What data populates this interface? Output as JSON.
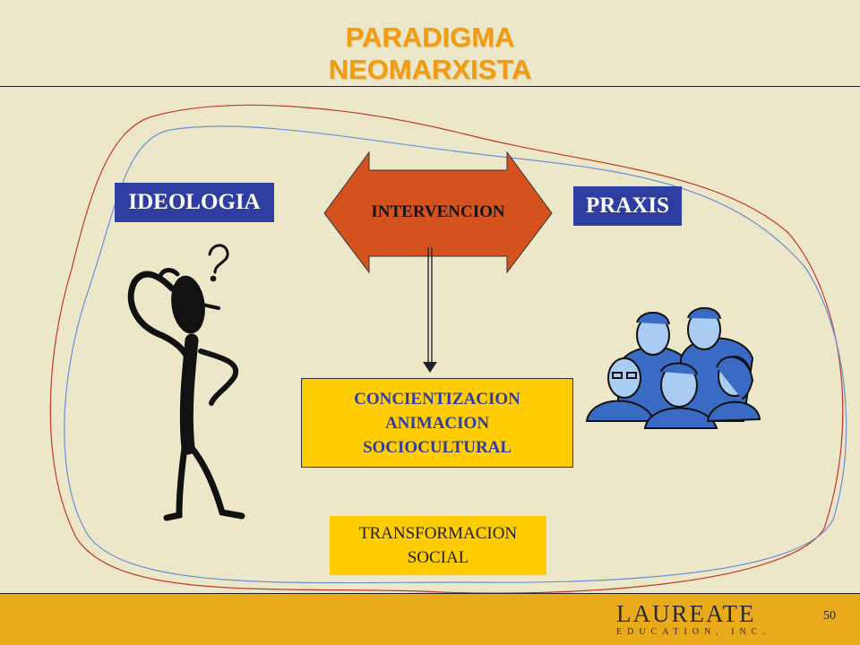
{
  "slide": {
    "title_line1": "PARADIGMA",
    "title_line2": "NEOMARXISTA",
    "page_number": "50"
  },
  "nodes": {
    "ideologia": "IDEOLOGIA",
    "praxis": "PRAXIS",
    "intervencion": "INTERVENCION",
    "concientizacion": [
      "CONCIENTIZACION",
      "ANIMACION",
      "SOCIOCULTURAL"
    ],
    "transformacion": [
      "TRANSFORMACION",
      "SOCIAL"
    ]
  },
  "logo": {
    "word": "LAUREATE",
    "sub": "EDUCATION, INC."
  },
  "icons": [
    "thinking-stick-figure-icon",
    "question-mark-icon",
    "people-group-icon",
    "double-arrow-icon",
    "down-arrow-icon"
  ],
  "colors": {
    "background": "#ece7c8",
    "title": "#f39c12",
    "label_box": "#2e3da0",
    "double_arrow": "#d4521e",
    "yellow_box": "#ffcc00",
    "footer": "#e9aa1c",
    "outline_red": "#c0392b",
    "outline_blue": "#6a8fd8"
  }
}
